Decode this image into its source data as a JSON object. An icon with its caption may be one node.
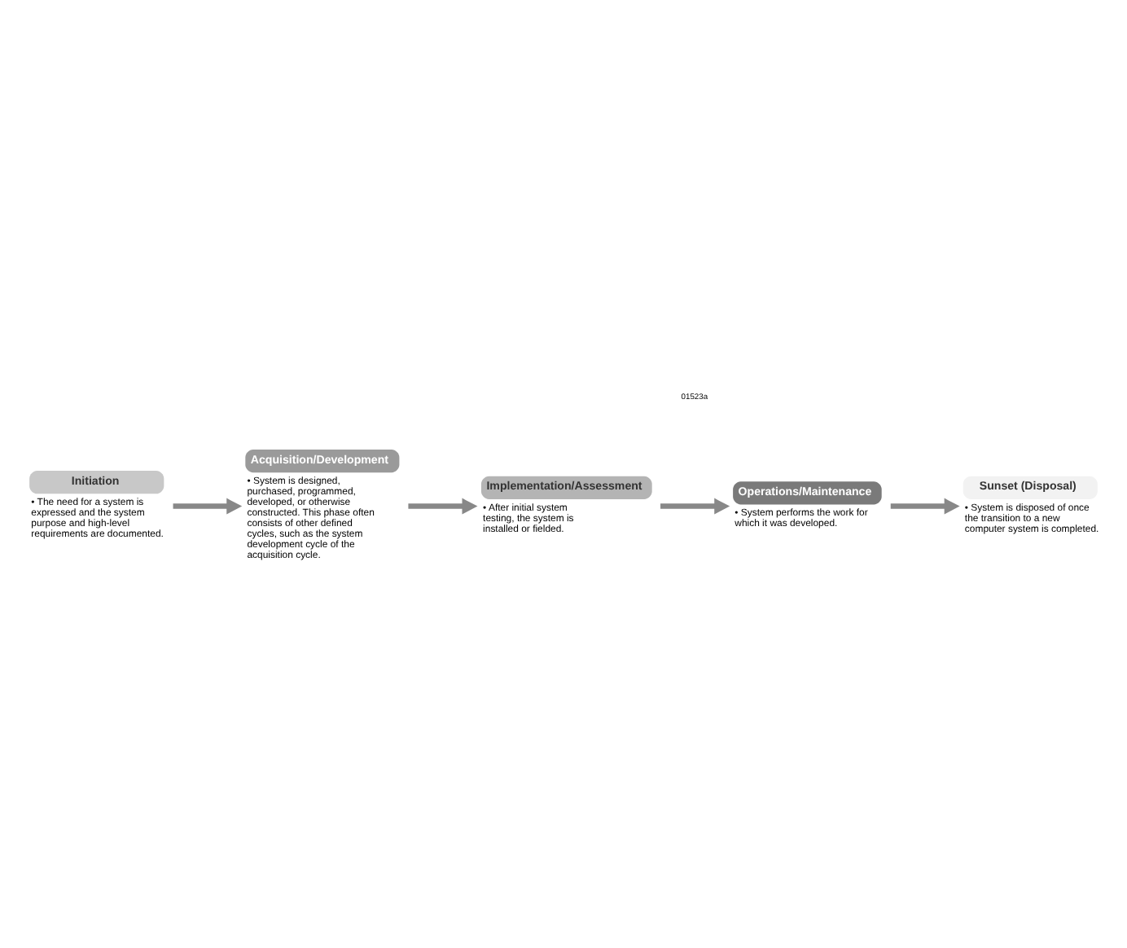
{
  "diagram": {
    "nodes": [
      {
        "text": [
          "Initiation"
        ],
        "beside": [
          "• The need for a system is expressed and the system purpose and high-level requirements are documented."
        ]
      },
      {
        "text": [
          "Acquisition/Development"
        ],
        "beside": [
          "• System is designed, purchased, programmed, developed, or otherwise constructed. This phase often consists of other defined cycles, such as the system development cycle of the acquisition cycle."
        ]
      },
      {
        "text": [
          "Implementation/Assessment"
        ],
        "beside": [
          "• After initial system testing, the system is installed or fielded."
        ]
      },
      {
        "text": [
          "Operations/Maintenance"
        ],
        "beside": [
          "• System performs the work for which it was developed."
        ]
      },
      {
        "text": [
          "Sunset (Disposal)"
        ],
        "beside": [
          "• System is disposed of once the transition to a new computer system is completed."
        ]
      }
    ],
    "edges": [
      {
        "from": 0,
        "to": 1,
        "arrow": "to"
      },
      {
        "from": 1,
        "to": 2,
        "arrow": "to"
      },
      {
        "from": 2,
        "to": 3,
        "arrow": "to"
      },
      {
        "from": 3,
        "to": 4,
        "arrow": "to"
      }
    ],
    "labels": [
      "01523a"
    ]
  }
}
